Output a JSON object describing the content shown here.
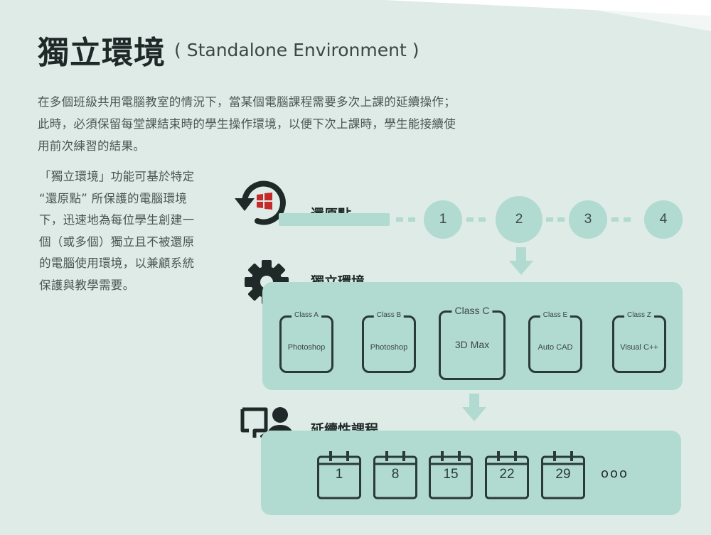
{
  "title": {
    "main": "獨立環境",
    "sub": "( Standalone Environment )"
  },
  "intro_lines": [
    "在多個班級共用電腦教室的情況下，當某個電腦課程需要多次上課的延續操作；",
    "此時，必須保留每堂課結束時的學生操作環境，以便下次上課時，學生能接續使",
    "用前次練習的結果。"
  ],
  "side_lines": [
    "「獨立環境」功能可基於特定",
    "“還原點” 所保護的電腦環境",
    "下，迅速地為每位學生創建一",
    "個（或多個）獨立且不被還原",
    "的電腦使用環境，以兼顧系統",
    "保護與教學需要。"
  ],
  "restore": {
    "label": "還原點",
    "points": [
      "1",
      "2",
      "3",
      "4"
    ]
  },
  "standalone": {
    "label": "獨立環境",
    "classes": [
      {
        "name": "Class A",
        "app": "Photoshop"
      },
      {
        "name": "Class B",
        "app": "Photoshop"
      },
      {
        "name": "Class C",
        "app": "3D Max"
      },
      {
        "name": "Class E",
        "app": "Auto CAD"
      },
      {
        "name": "Class Z",
        "app": "Visual C++"
      }
    ]
  },
  "continuing": {
    "label": "延續性課程",
    "dates": [
      "1",
      "8",
      "15",
      "22",
      "29"
    ],
    "more": "ooo"
  },
  "icons": {
    "restore": "windows-restore-icon",
    "settings": "gear-icon",
    "teacher": "presenter-icon",
    "calendar": "calendar-icon",
    "arrow": "arrow-down-icon"
  },
  "colors": {
    "background": "#deebe6",
    "panel": "#b1dad0",
    "dark": "#1f2a28",
    "card_border": "#2a3a35",
    "windows_logo": "#c52a2a"
  }
}
